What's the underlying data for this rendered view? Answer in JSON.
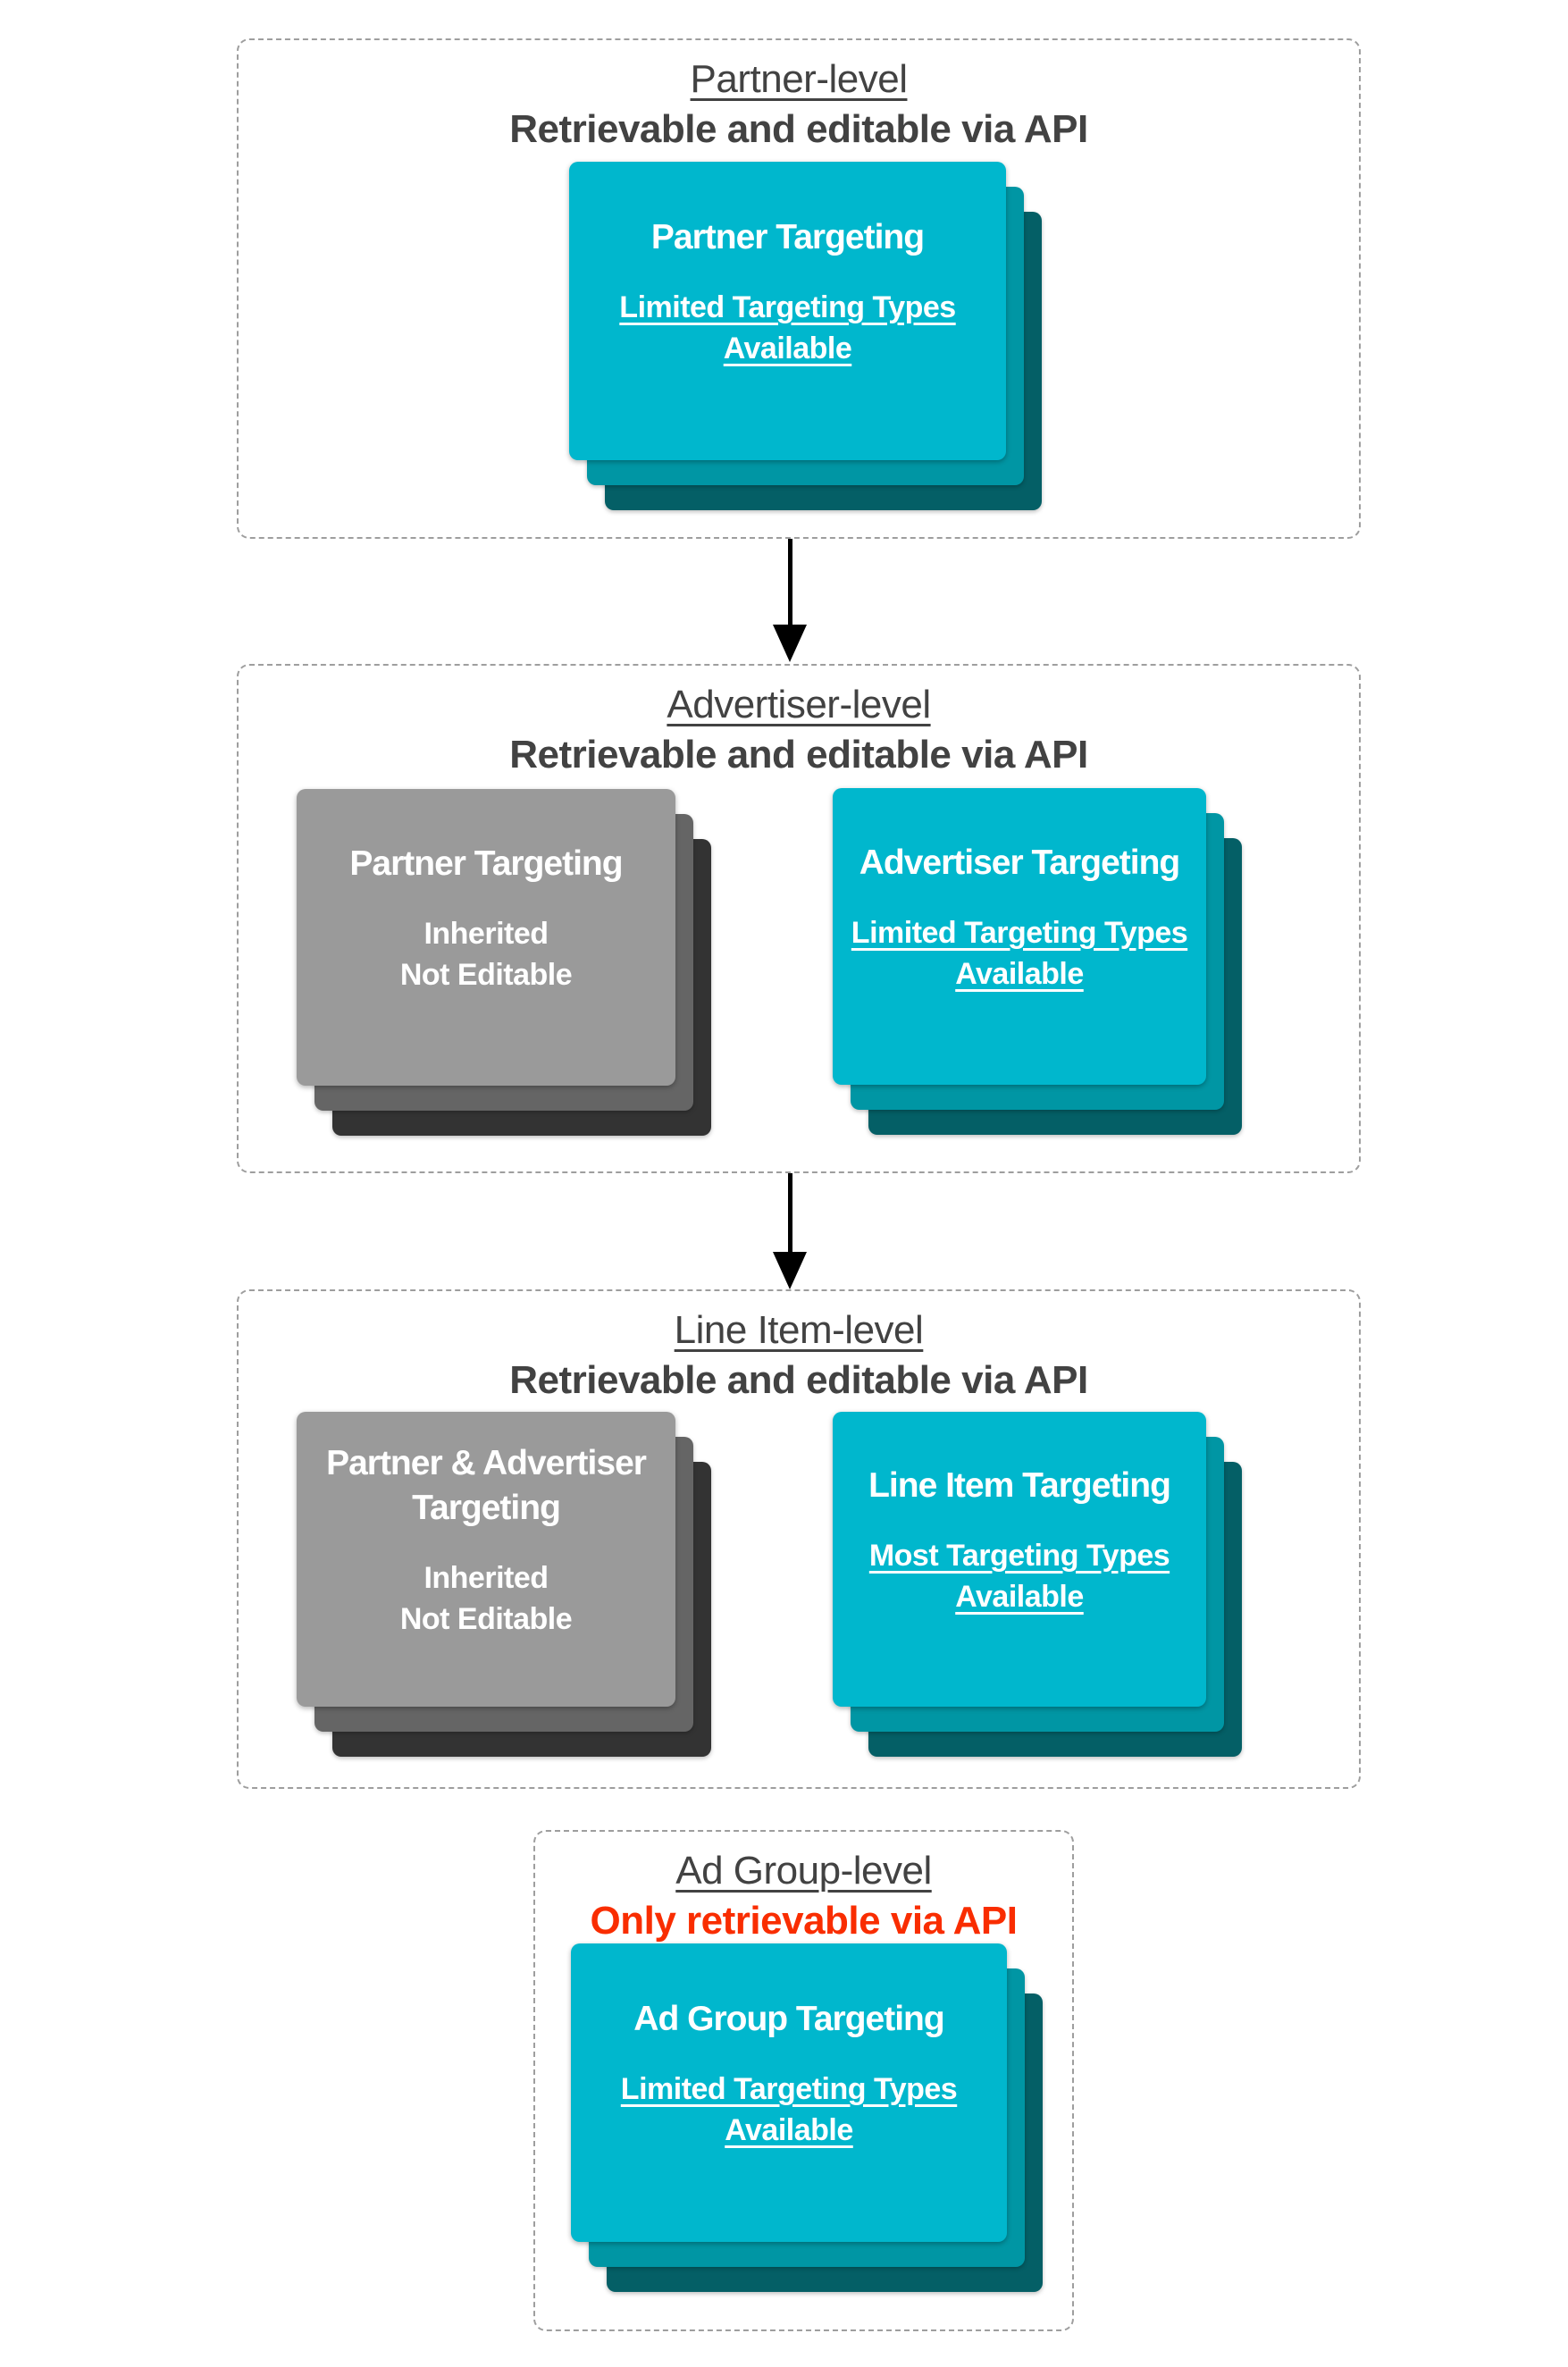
{
  "colors": {
    "teal_front": "#00b7cd",
    "teal_mid": "#0096a4",
    "teal_back": "#045f66",
    "gray_front": "#9a9a9a",
    "gray_mid": "#656565",
    "gray_back": "#333333",
    "heading_text": "#424242",
    "red_text": "#f92d00",
    "card_text": "#ffffff",
    "dashed_border": "#9e9e9e",
    "arrow": "#000000"
  },
  "sections": [
    {
      "name": "partner-level",
      "heading": "Partner-level",
      "subheading": "Retrievable and editable via API",
      "cards": [
        {
          "style": "teal",
          "title_lines": [
            "Partner Targeting"
          ],
          "body_lines": [
            "Limited Targeting Types",
            "Available"
          ],
          "body_underline": true
        }
      ]
    },
    {
      "name": "advertiser-level",
      "heading": "Advertiser-level",
      "subheading": "Retrievable and editable via API",
      "cards": [
        {
          "style": "gray",
          "title_lines": [
            "Partner Targeting"
          ],
          "body_lines": [
            "Inherited",
            "Not Editable"
          ],
          "body_underline": false
        },
        {
          "style": "teal",
          "title_lines": [
            "Advertiser Targeting"
          ],
          "body_lines": [
            "Limited Targeting Types",
            "Available"
          ],
          "body_underline": true
        }
      ]
    },
    {
      "name": "line-item-level",
      "heading": "Line Item-level",
      "subheading": "Retrievable and editable via API",
      "cards": [
        {
          "style": "gray",
          "title_lines": [
            "Partner & Advertiser",
            "Targeting"
          ],
          "body_lines": [
            "Inherited",
            "Not Editable"
          ],
          "body_underline": false
        },
        {
          "style": "teal",
          "title_lines": [
            "Line Item Targeting"
          ],
          "body_lines": [
            "Most Targeting Types",
            "Available"
          ],
          "body_underline": true
        }
      ]
    },
    {
      "name": "ad-group-level",
      "heading": "Ad Group-level",
      "subheading": "Only retrievable via API",
      "subheading_color": "#f92d00",
      "cards": [
        {
          "style": "teal",
          "title_lines": [
            "Ad Group Targeting"
          ],
          "body_lines": [
            "Limited Targeting Types",
            "Available"
          ],
          "body_underline": true
        }
      ]
    }
  ]
}
